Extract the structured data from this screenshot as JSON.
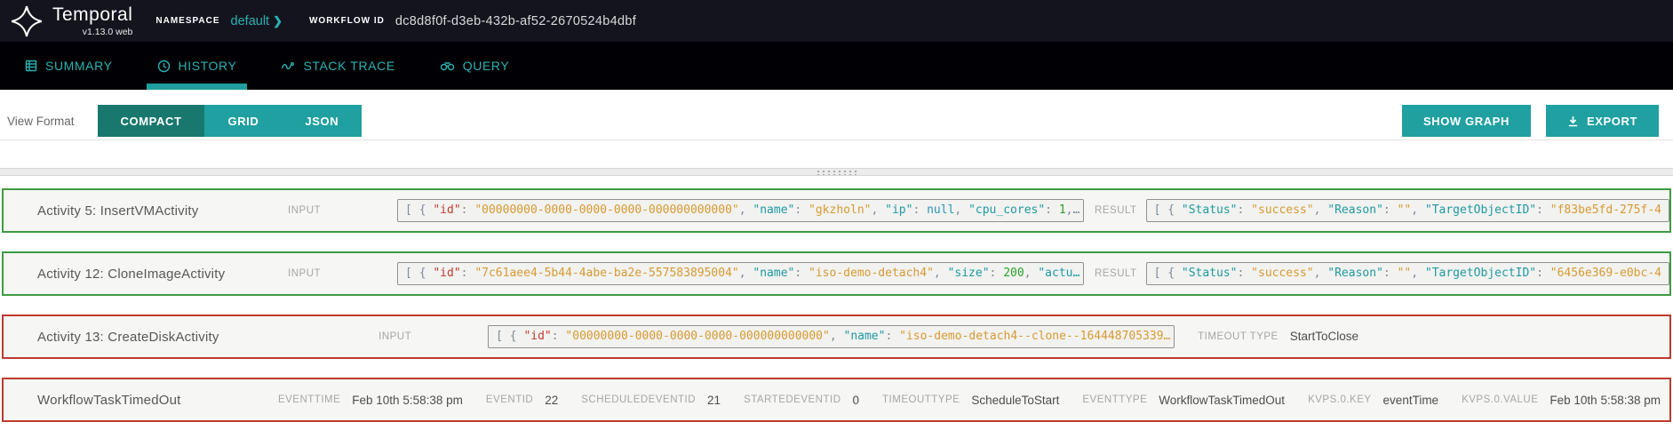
{
  "header": {
    "brand": "Temporal",
    "version": "v1.13.0 web",
    "namespace_label": "NAMESPACE",
    "namespace_value": "default",
    "chevron": "❯",
    "workflow_id_label": "WORKFLOW ID",
    "workflow_id_value": "dc8d8f0f-d3eb-432b-af52-2670524b4dbf"
  },
  "nav": {
    "tabs": [
      {
        "label": "SUMMARY",
        "active": false
      },
      {
        "label": "HISTORY",
        "active": true
      },
      {
        "label": "STACK TRACE",
        "active": false
      },
      {
        "label": "QUERY",
        "active": false
      }
    ]
  },
  "toolbar": {
    "view_format_label": "View Format",
    "format_options": [
      {
        "label": "COMPACT",
        "active": true
      },
      {
        "label": "GRID",
        "active": false
      },
      {
        "label": "JSON",
        "active": false
      }
    ],
    "show_graph_label": "SHOW GRAPH",
    "export_label": "EXPORT"
  },
  "colors": {
    "accent_teal": "#20a0a0",
    "accent_teal_dark": "#19786e",
    "tab_teal": "#2cb1b1",
    "success_border": "#3f9b43",
    "error_border": "#bf392f",
    "header_bg": "#14141f",
    "nav_bg": "#010105",
    "json_key": "#1e9aa2",
    "json_key_id": "#c23b2e",
    "json_string": "#d79a32",
    "json_number": "#2aa22a",
    "json_null": "#2596b4"
  },
  "rows": [
    {
      "title": "Activity 5: InsertVMActivity",
      "status": "success",
      "input_label": "INPUT",
      "result_label": "RESULT",
      "input_tokens": [
        {
          "t": "p",
          "v": "[ { "
        },
        {
          "t": "kr",
          "v": "\"id\""
        },
        {
          "t": "p",
          "v": ": "
        },
        {
          "t": "s",
          "v": "\"00000000-0000-0000-0000-000000000000\""
        },
        {
          "t": "p",
          "v": ", "
        },
        {
          "t": "k",
          "v": "\"name\""
        },
        {
          "t": "p",
          "v": ": "
        },
        {
          "t": "s",
          "v": "\"gkzholn\""
        },
        {
          "t": "p",
          "v": ", "
        },
        {
          "t": "k",
          "v": "\"ip\""
        },
        {
          "t": "p",
          "v": ": "
        },
        {
          "t": "u",
          "v": "null"
        },
        {
          "t": "p",
          "v": ", "
        },
        {
          "t": "k",
          "v": "\"cpu_cores\""
        },
        {
          "t": "p",
          "v": ": "
        },
        {
          "t": "n",
          "v": "1"
        },
        {
          "t": "p",
          "v": ",…"
        }
      ],
      "result_tokens": [
        {
          "t": "p",
          "v": "[ { "
        },
        {
          "t": "k",
          "v": "\"Status\""
        },
        {
          "t": "p",
          "v": ": "
        },
        {
          "t": "s",
          "v": "\"success\""
        },
        {
          "t": "p",
          "v": ", "
        },
        {
          "t": "k",
          "v": "\"Reason\""
        },
        {
          "t": "p",
          "v": ": "
        },
        {
          "t": "s",
          "v": "\"\""
        },
        {
          "t": "p",
          "v": ", "
        },
        {
          "t": "k",
          "v": "\"TargetObjectID\""
        },
        {
          "t": "p",
          "v": ": "
        },
        {
          "t": "s",
          "v": "\"f83be5fd-275f-4"
        }
      ]
    },
    {
      "title": "Activity 12: CloneImageActivity",
      "status": "success",
      "input_label": "INPUT",
      "result_label": "RESULT",
      "input_tokens": [
        {
          "t": "p",
          "v": "[ { "
        },
        {
          "t": "kr",
          "v": "\"id\""
        },
        {
          "t": "p",
          "v": ": "
        },
        {
          "t": "s",
          "v": "\"7c61aee4-5b44-4abe-ba2e-557583895004\""
        },
        {
          "t": "p",
          "v": ", "
        },
        {
          "t": "k",
          "v": "\"name\""
        },
        {
          "t": "p",
          "v": ": "
        },
        {
          "t": "s",
          "v": "\"iso-demo-detach4\""
        },
        {
          "t": "p",
          "v": ", "
        },
        {
          "t": "k",
          "v": "\"size\""
        },
        {
          "t": "p",
          "v": ": "
        },
        {
          "t": "n",
          "v": "200"
        },
        {
          "t": "p",
          "v": ", "
        },
        {
          "t": "k",
          "v": "\"actu…"
        }
      ],
      "result_tokens": [
        {
          "t": "p",
          "v": "[ { "
        },
        {
          "t": "k",
          "v": "\"Status\""
        },
        {
          "t": "p",
          "v": ": "
        },
        {
          "t": "s",
          "v": "\"success\""
        },
        {
          "t": "p",
          "v": ", "
        },
        {
          "t": "k",
          "v": "\"Reason\""
        },
        {
          "t": "p",
          "v": ": "
        },
        {
          "t": "s",
          "v": "\"\""
        },
        {
          "t": "p",
          "v": ", "
        },
        {
          "t": "k",
          "v": "\"TargetObjectID\""
        },
        {
          "t": "p",
          "v": ": "
        },
        {
          "t": "s",
          "v": "\"6456e369-e0bc-4"
        }
      ]
    },
    {
      "title": "Activity 13: CreateDiskActivity",
      "status": "fail",
      "input_label": "INPUT",
      "input_tokens": [
        {
          "t": "p",
          "v": "[ { "
        },
        {
          "t": "kr",
          "v": "\"id\""
        },
        {
          "t": "p",
          "v": ": "
        },
        {
          "t": "s",
          "v": "\"00000000-0000-0000-0000-000000000000\""
        },
        {
          "t": "p",
          "v": ", "
        },
        {
          "t": "k",
          "v": "\"name\""
        },
        {
          "t": "p",
          "v": ": "
        },
        {
          "t": "s",
          "v": "\"iso-demo-detach4--clone--164448705339…"
        }
      ],
      "pairs": [
        {
          "label": "TIMEOUT TYPE",
          "value": "StartToClose"
        }
      ]
    },
    {
      "title": "WorkflowTaskTimedOut",
      "status": "fail",
      "pairs": [
        {
          "label": "EVENTTIME",
          "value": "Feb 10th 5:58:38 pm"
        },
        {
          "label": "EVENTID",
          "value": "22"
        },
        {
          "label": "SCHEDULEDEVENTID",
          "value": "21"
        },
        {
          "label": "STARTEDEVENTID",
          "value": "0"
        },
        {
          "label": "TIMEOUTTYPE",
          "value": "ScheduleToStart"
        },
        {
          "label": "EVENTTYPE",
          "value": "WorkflowTaskTimedOut"
        },
        {
          "label": "KVPS.0.KEY",
          "value": "eventTime"
        },
        {
          "label": "KVPS.0.VALUE",
          "value": "Feb 10th 5:58:38 pm"
        }
      ]
    }
  ]
}
